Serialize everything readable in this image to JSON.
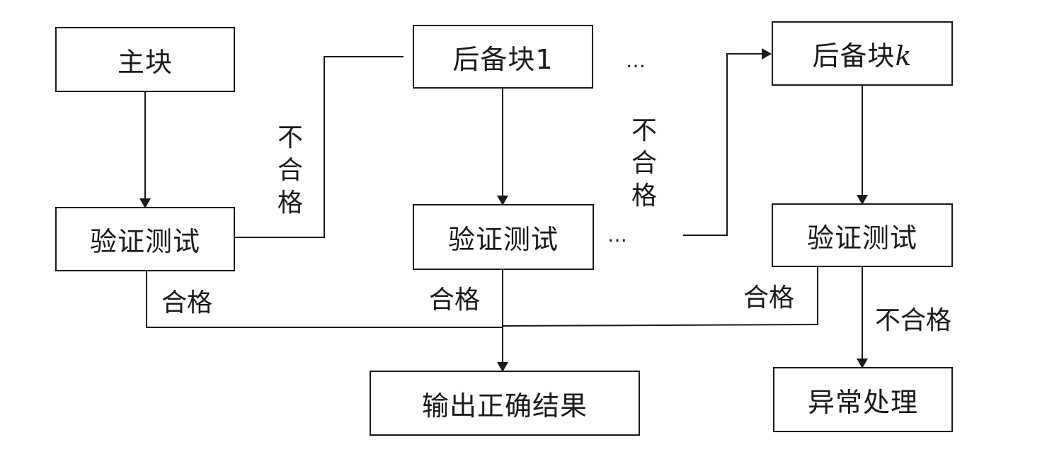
{
  "boxes": {
    "main": "主块",
    "backup1": "后备块1",
    "backupk_prefix": "后备块",
    "backupk_suffix": "k",
    "verify1": "验证测试",
    "verify2": "验证测试",
    "verify3": "验证测试",
    "output": "输出正确结果",
    "exception": "异常处理"
  },
  "labels": {
    "fail_vertical_1": [
      "不",
      "合",
      "格"
    ],
    "fail_vertical_2": [
      "不",
      "合",
      "格"
    ],
    "pass_1": "合格",
    "pass_2": "合格",
    "pass_3": "合格",
    "fail_exception": "不合格"
  },
  "ellipses": {
    "top": "…",
    "middle": "…"
  },
  "colors": {
    "line": "#1a1a1a",
    "background": "#ffffff"
  }
}
